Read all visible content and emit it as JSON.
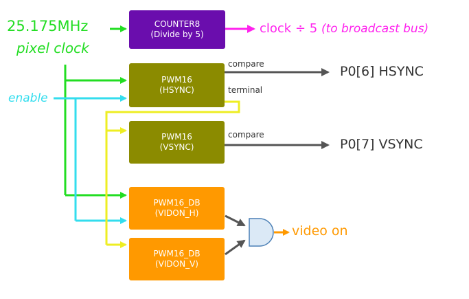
{
  "colors": {
    "green": "#22dd22",
    "cyan": "#33ddee",
    "yellow": "#eeee22",
    "gray": "#555555",
    "magenta": "#ff22ee",
    "orange": "#ff9900",
    "purple": "#6a0dad",
    "olive": "#8b8b00",
    "gate": "#dbe9f6",
    "gate_border": "#4a7fb5"
  },
  "inputs": {
    "clock_freq": "25.175MHz",
    "clock_name": "pixel clock",
    "enable": "enable"
  },
  "blocks": {
    "counter8": {
      "line1": "COUNTER8",
      "line2": "(Divide by 5)"
    },
    "pwm_hsync": {
      "line1": "PWM16",
      "line2": "(HSYNC)"
    },
    "pwm_vsync": {
      "line1": "PWM16",
      "line2": "(VSYNC)"
    },
    "pwm_vidon_h": {
      "line1": "PWM16_DB",
      "line2": "(VIDON_H)"
    },
    "pwm_vidon_v": {
      "line1": "PWM16_DB",
      "line2": "(VIDON_V)"
    }
  },
  "signals": {
    "compare_h": "compare",
    "terminal": "terminal",
    "compare_v": "compare"
  },
  "outputs": {
    "clock_div_main": "clock ÷ 5",
    "clock_div_note": "(to broadcast bus)",
    "hsync": "P0[6] HSYNC",
    "vsync": "P0[7] VSYNC",
    "video_on": "video on"
  }
}
